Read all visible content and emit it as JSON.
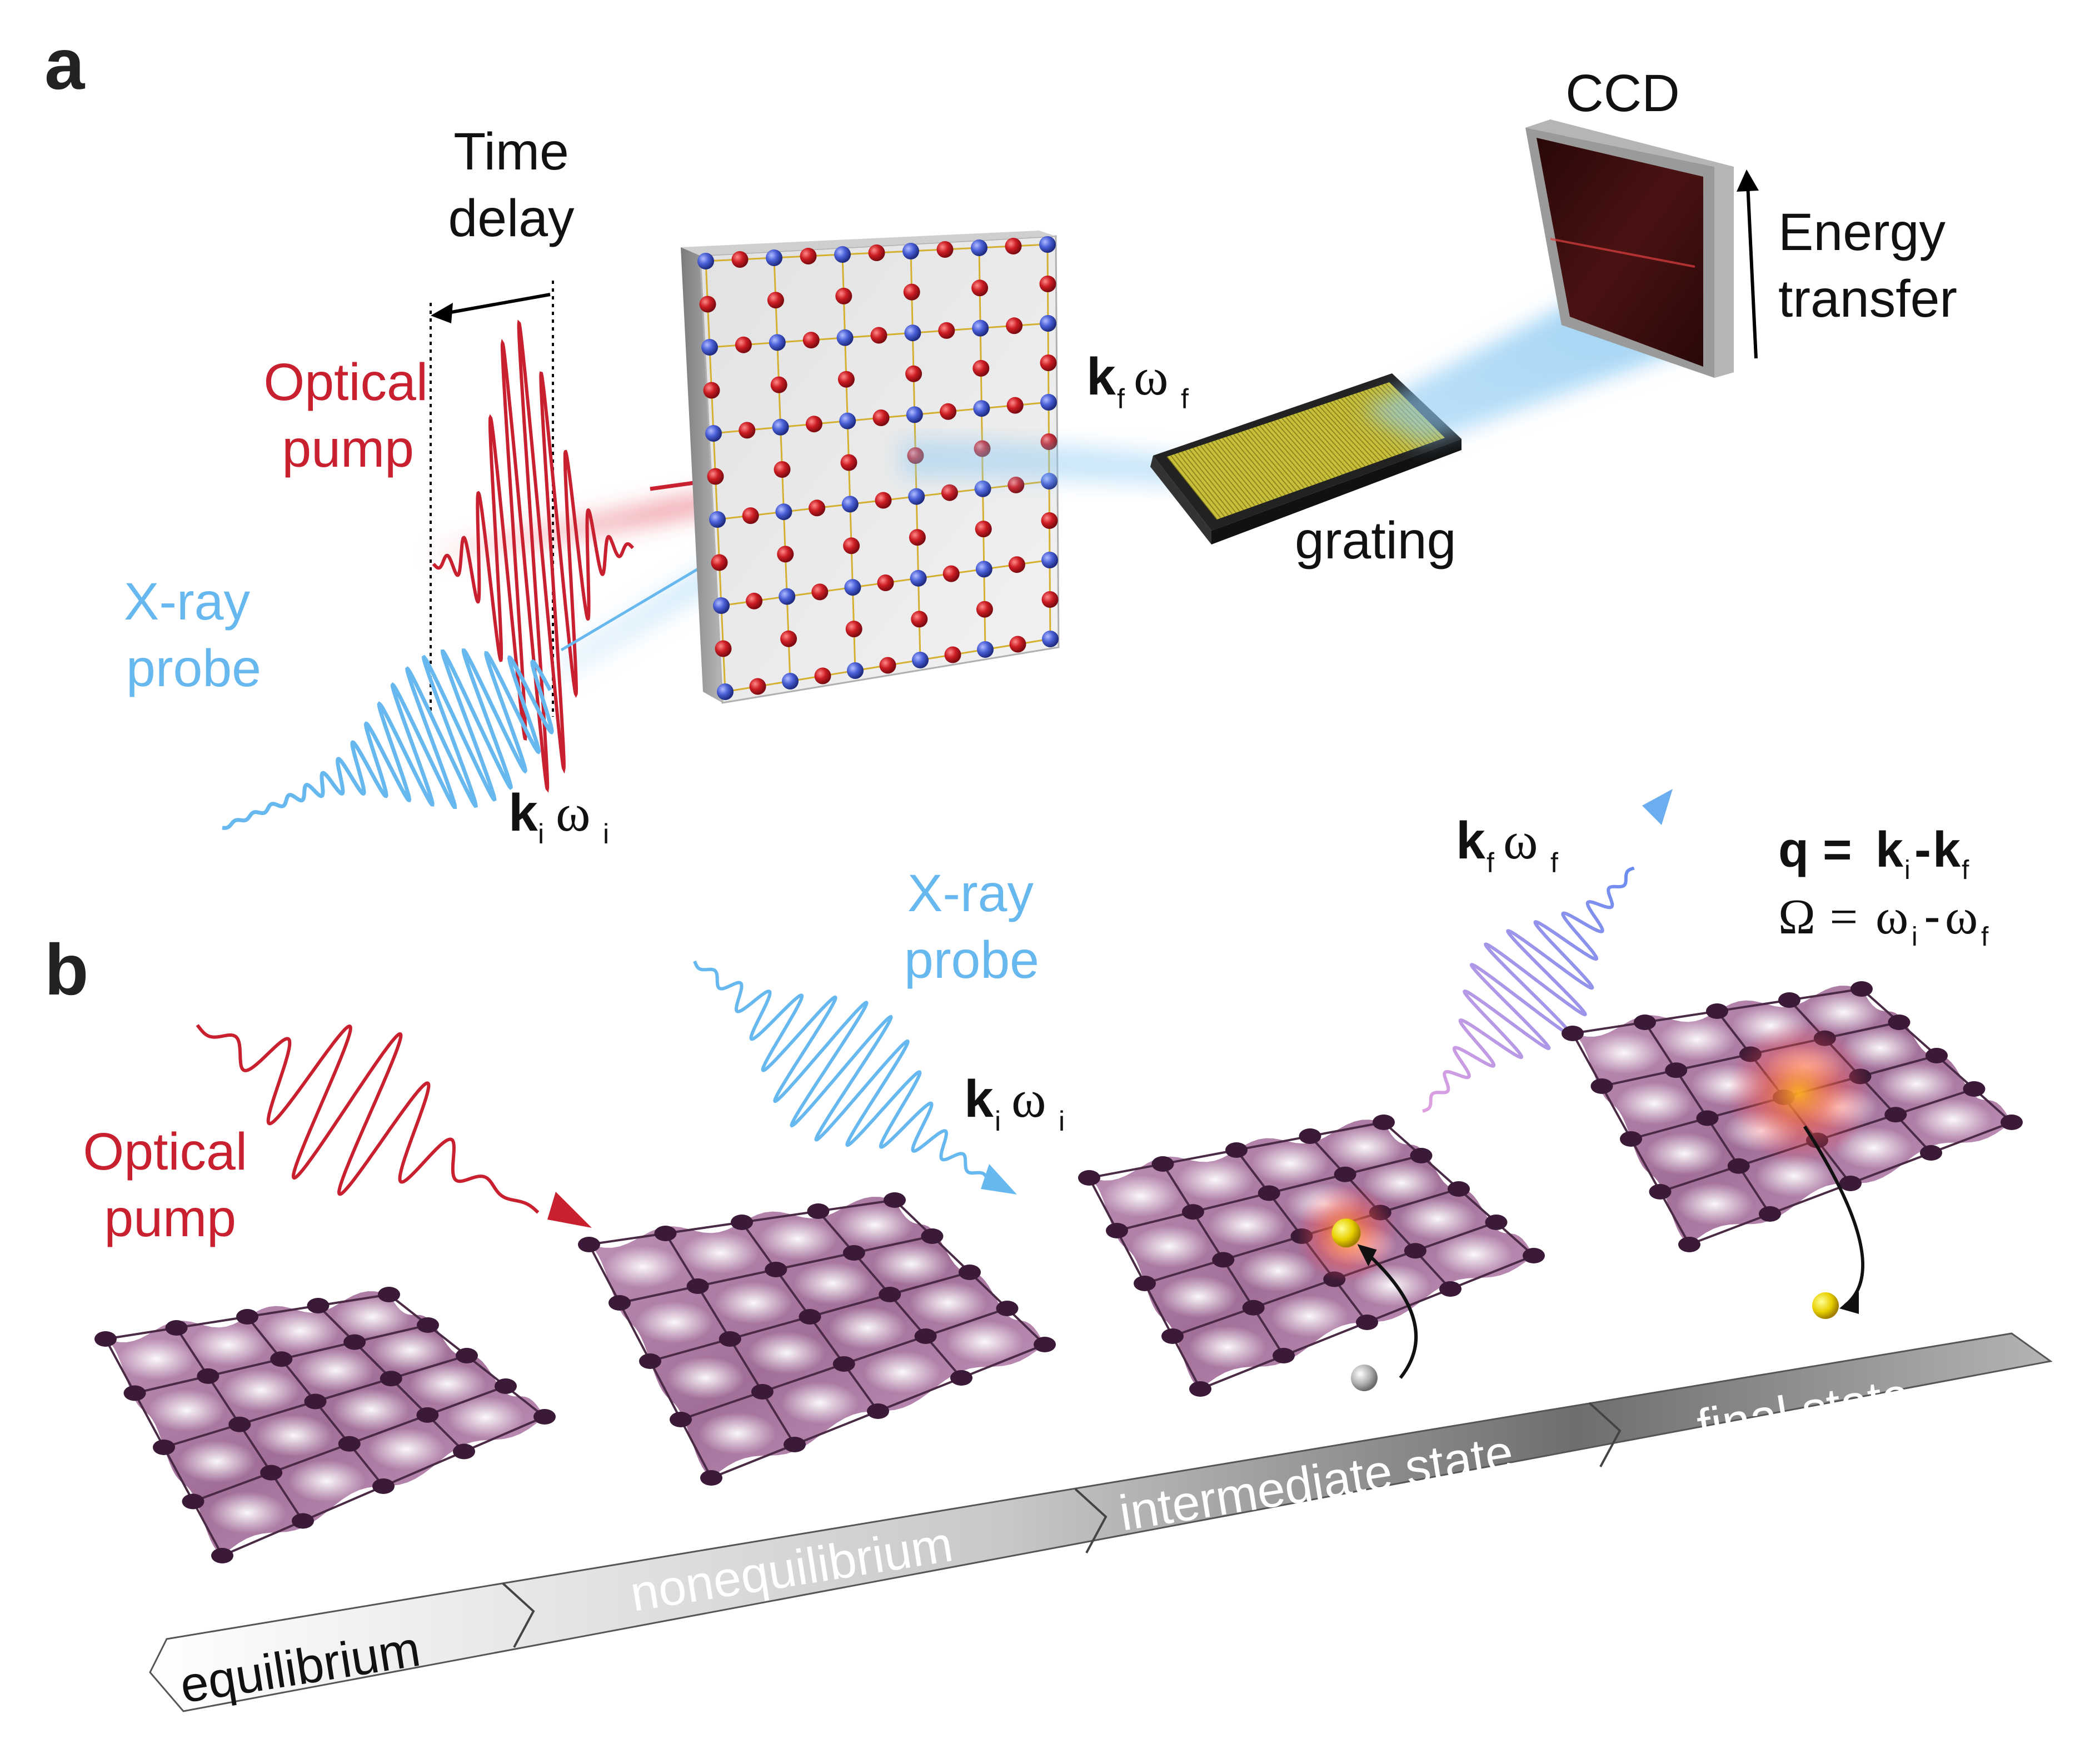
{
  "panel_a": {
    "letter": "a",
    "time_delay_line1": "Time",
    "time_delay_line2": "delay",
    "optical_pump_line1": "Optical",
    "optical_pump_line2": "pump",
    "xray_probe_line1": "X-ray",
    "xray_probe_line2": "probe",
    "ki_symbol": "k",
    "ki_sub": "i",
    "wi_symbol": "ω",
    "wi_sub": "i",
    "kf_symbol": "k",
    "kf_sub": "f",
    "wf_symbol": "ω",
    "wf_sub": "f",
    "grating_label": "grating",
    "ccd_label": "CCD",
    "energy_line1": "Energy",
    "energy_line2": "transfer"
  },
  "panel_b": {
    "letter": "b",
    "optical_pump_line1": "Optical",
    "optical_pump_line2": "pump",
    "xray_probe_line1": "X-ray",
    "xray_probe_line2": "probe",
    "ki_symbol": "k",
    "ki_sub": "i",
    "wi_symbol": "ω",
    "wi_sub": "i",
    "kf_symbol": "k",
    "kf_sub": "f",
    "wf_symbol": "ω",
    "wf_sub": "f",
    "q_eq_q": "q",
    "q_eq_eq": " = ",
    "q_eq_k1": "k",
    "q_eq_sub1": "i",
    "q_eq_minus": "-",
    "q_eq_k2": "k",
    "q_eq_sub2": "f",
    "omega_eq_O": "Ω",
    "omega_eq_eq": " = ",
    "omega_eq_w1": "ω",
    "omega_eq_sub1": "i",
    "omega_eq_minus": "- ",
    "omega_eq_w2": "ω",
    "omega_eq_sub2": "f",
    "timeline": [
      "equilibrium",
      "nonequilibrium",
      "intermediate state",
      "final state"
    ]
  },
  "colors": {
    "pump_red": "#c8202e",
    "probe_blue": "#66b8ef",
    "lattice_red": "#cc1d23",
    "lattice_blue": "#4a5fd6",
    "lattice_purple": "#8a4a7e",
    "grating_yellow": "#c8bf3a",
    "ccd_dark": "#3a1010"
  }
}
